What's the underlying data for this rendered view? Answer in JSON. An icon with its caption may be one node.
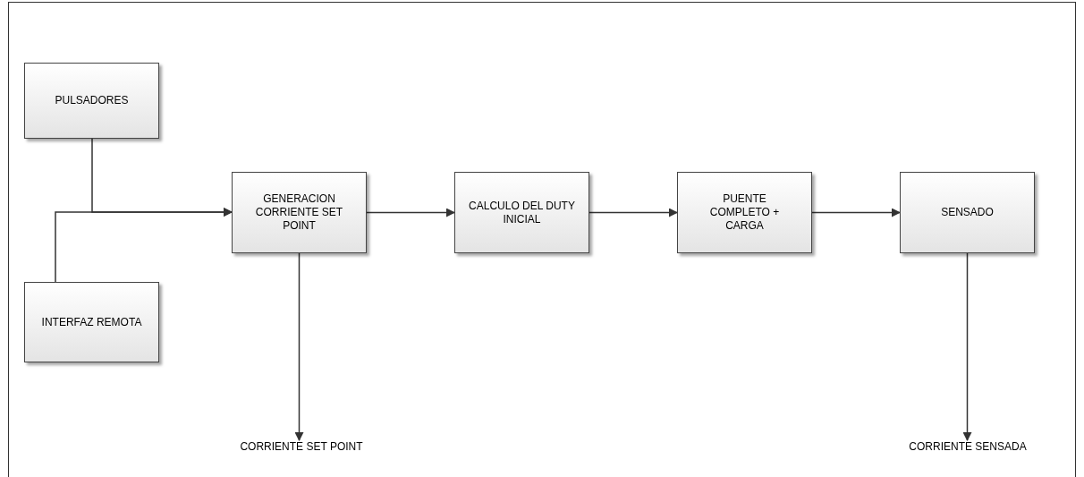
{
  "diagram": {
    "nodes": [
      {
        "text": [
          "PULSADORES"
        ]
      },
      {
        "text": [
          "INTERFAZ REMOTA"
        ]
      },
      {
        "text": [
          "GENERACION CORRIENTE SET POINT"
        ]
      },
      {
        "text": [
          "CALCULO DEL DUTY INICIAL"
        ]
      },
      {
        "text": [
          "PUENTE COMPLETO + CARGA"
        ]
      },
      {
        "text": [
          "SENSADO"
        ]
      },
      {
        "text": [
          "CORRIENTE SET POINT"
        ]
      },
      {
        "text": [
          "CORRIENTE SENSADA"
        ]
      }
    ],
    "edges": [
      {
        "from": 0,
        "to": 2,
        "arrow": "to"
      },
      {
        "from": 1,
        "to": 2,
        "arrow": "to"
      },
      {
        "from": 2,
        "to": 3,
        "arrow": "to"
      },
      {
        "from": 3,
        "to": 4,
        "arrow": "to"
      },
      {
        "from": 4,
        "to": 5,
        "arrow": "to"
      },
      {
        "from": 2,
        "to": 6,
        "arrow": "to"
      },
      {
        "from": 5,
        "to": 7,
        "arrow": "to"
      }
    ]
  }
}
